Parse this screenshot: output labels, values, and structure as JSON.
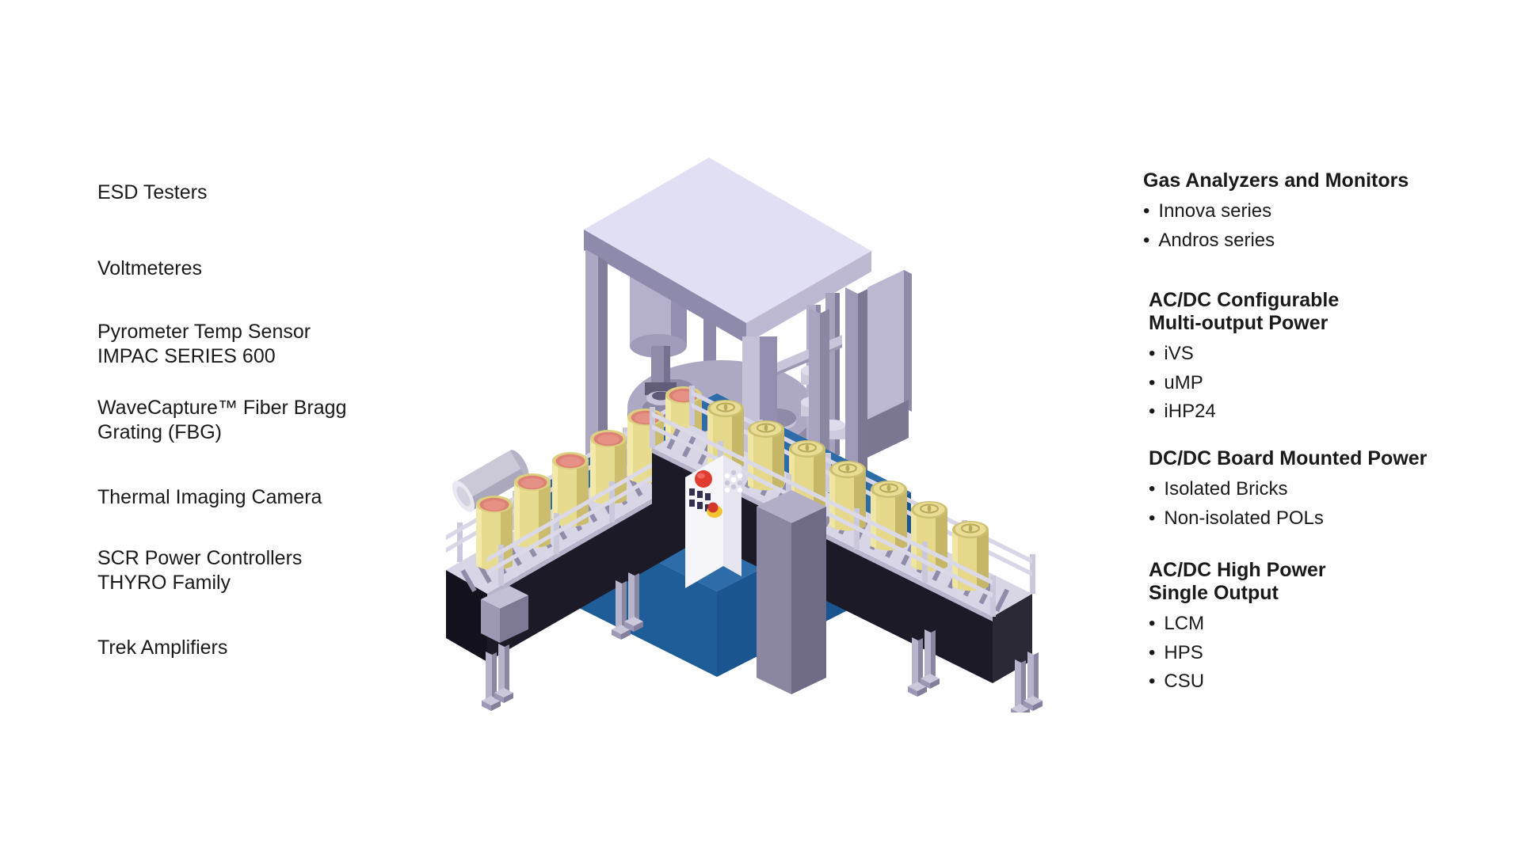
{
  "page": {
    "background": "#FFFFFF"
  },
  "left_list": {
    "items": [
      "ESD Testers",
      "Voltmeteres",
      "Pyrometer Temp Sensor\nIMPAC SERIES 600",
      "WaveCapture™ Fiber Bragg\nGrating (FBG)",
      "Thermal Imaging Camera",
      "SCR Power Controllers\nTHYRO Family",
      "Trek Amplifiers"
    ]
  },
  "right_list": {
    "bullet": "•",
    "sections": [
      {
        "title": "Gas Analyzers and Monitors",
        "items": [
          "Innova series",
          "Andros series"
        ]
      },
      {
        "title": "AC/DC Configurable\nMulti-output Power",
        "items": [
          "iVS",
          "uMP",
          "iHP24"
        ]
      },
      {
        "title": "DC/DC Board Mounted Power",
        "items": [
          "Isolated Bricks",
          "Non-isolated POLs"
        ]
      },
      {
        "title": "AC/DC High Power\nSingle Output",
        "items": [
          "LCM",
          "HPS",
          "CSU"
        ]
      }
    ]
  },
  "illustration": {
    "subject": "Isometric can filling machine with rotary table, control panel and two can conveyors",
    "colors": {
      "machine_lavender": "#E1DFF4",
      "frame_gray": "#8E8AAC",
      "rotary_table": "#ADA9C5",
      "base_blue": "#2E6CA9",
      "base_blue_dark": "#1F5D98",
      "conveyor_black": "#1C1A27",
      "conveyor_bed": "#D8D6E6",
      "can_yellow": "#E7DB90",
      "can_fill_salmon": "#DE8175",
      "panel_white": "#F6F5F9",
      "button_red": "#E23B30",
      "estop_yellow": "#F2C333"
    }
  }
}
